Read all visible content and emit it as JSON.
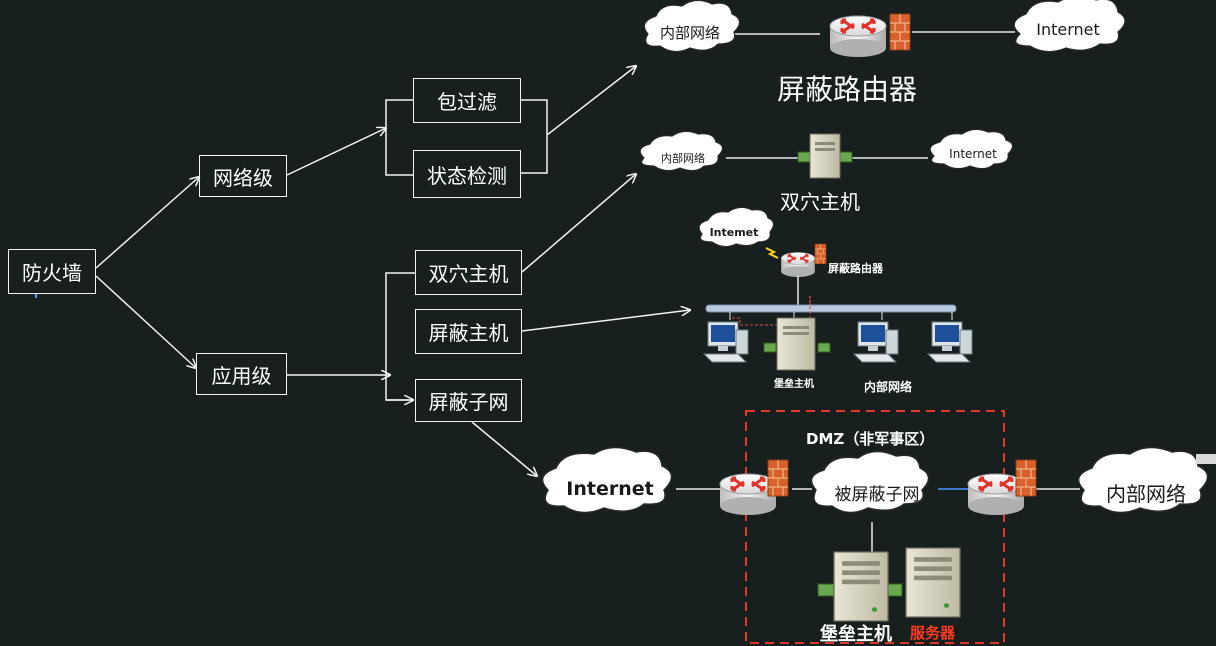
{
  "tree": {
    "root": "防火墙",
    "network_level": "网络级",
    "app_level": "应用级",
    "packet_filter": "包过滤",
    "stateful": "状态检测",
    "dual_homed": "双穴主机",
    "screened_host": "屏蔽主机",
    "screened_subnet": "屏蔽子网"
  },
  "d1": {
    "inner": "内部网络",
    "internet": "Internet",
    "caption": "屏蔽路由器"
  },
  "d2": {
    "inner": "内部网络",
    "internet": "Internet",
    "caption": "双穴主机"
  },
  "d3": {
    "internet": "Intemet",
    "router_label": "屏蔽路由器",
    "bastion": "堡垒主机",
    "inner": "内部网络"
  },
  "d4": {
    "dmz": "DMZ（非军事区）",
    "internet": "Internet",
    "screened_net": "被屏蔽子网",
    "inner": "内部网络",
    "bastion": "堡垒主机",
    "server": "服务器"
  },
  "colors": {
    "background": "#17201f",
    "router_arrow": "#e0322a",
    "firewall": "#d9622c",
    "dmz_border": "#e0392a"
  }
}
